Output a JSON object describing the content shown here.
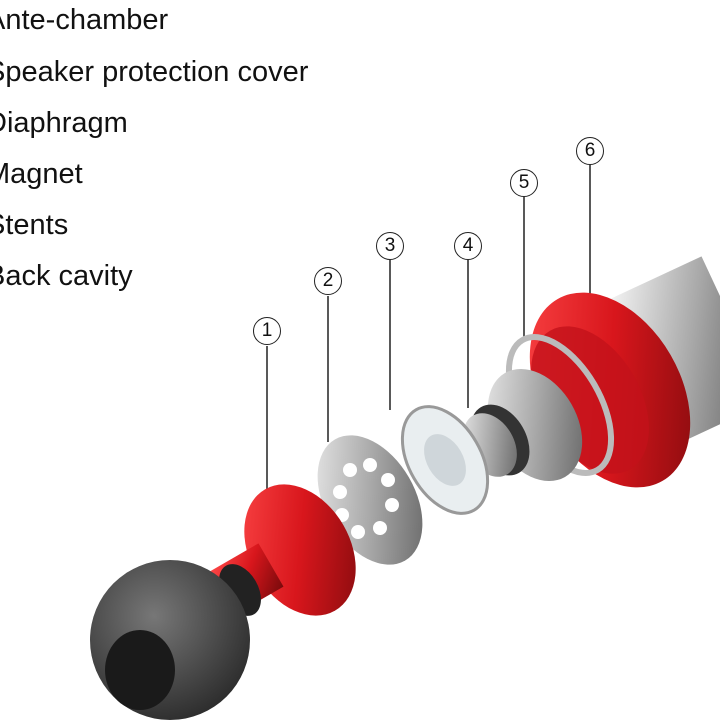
{
  "legend": [
    {
      "number": "1",
      "label": "Ante-chamber"
    },
    {
      "number": "2",
      "label": "Speaker protection cover"
    },
    {
      "number": "3",
      "label": "Diaphragm"
    },
    {
      "number": "4",
      "label": "Magnet"
    },
    {
      "number": "5",
      "label": "Stents"
    },
    {
      "number": "6",
      "label": "Back cavity"
    }
  ],
  "colors": {
    "red": "#d8161c",
    "dark_red": "#8e0b0e",
    "ear_tip": "#4a4a4a",
    "metal": "#c9c9c9"
  }
}
